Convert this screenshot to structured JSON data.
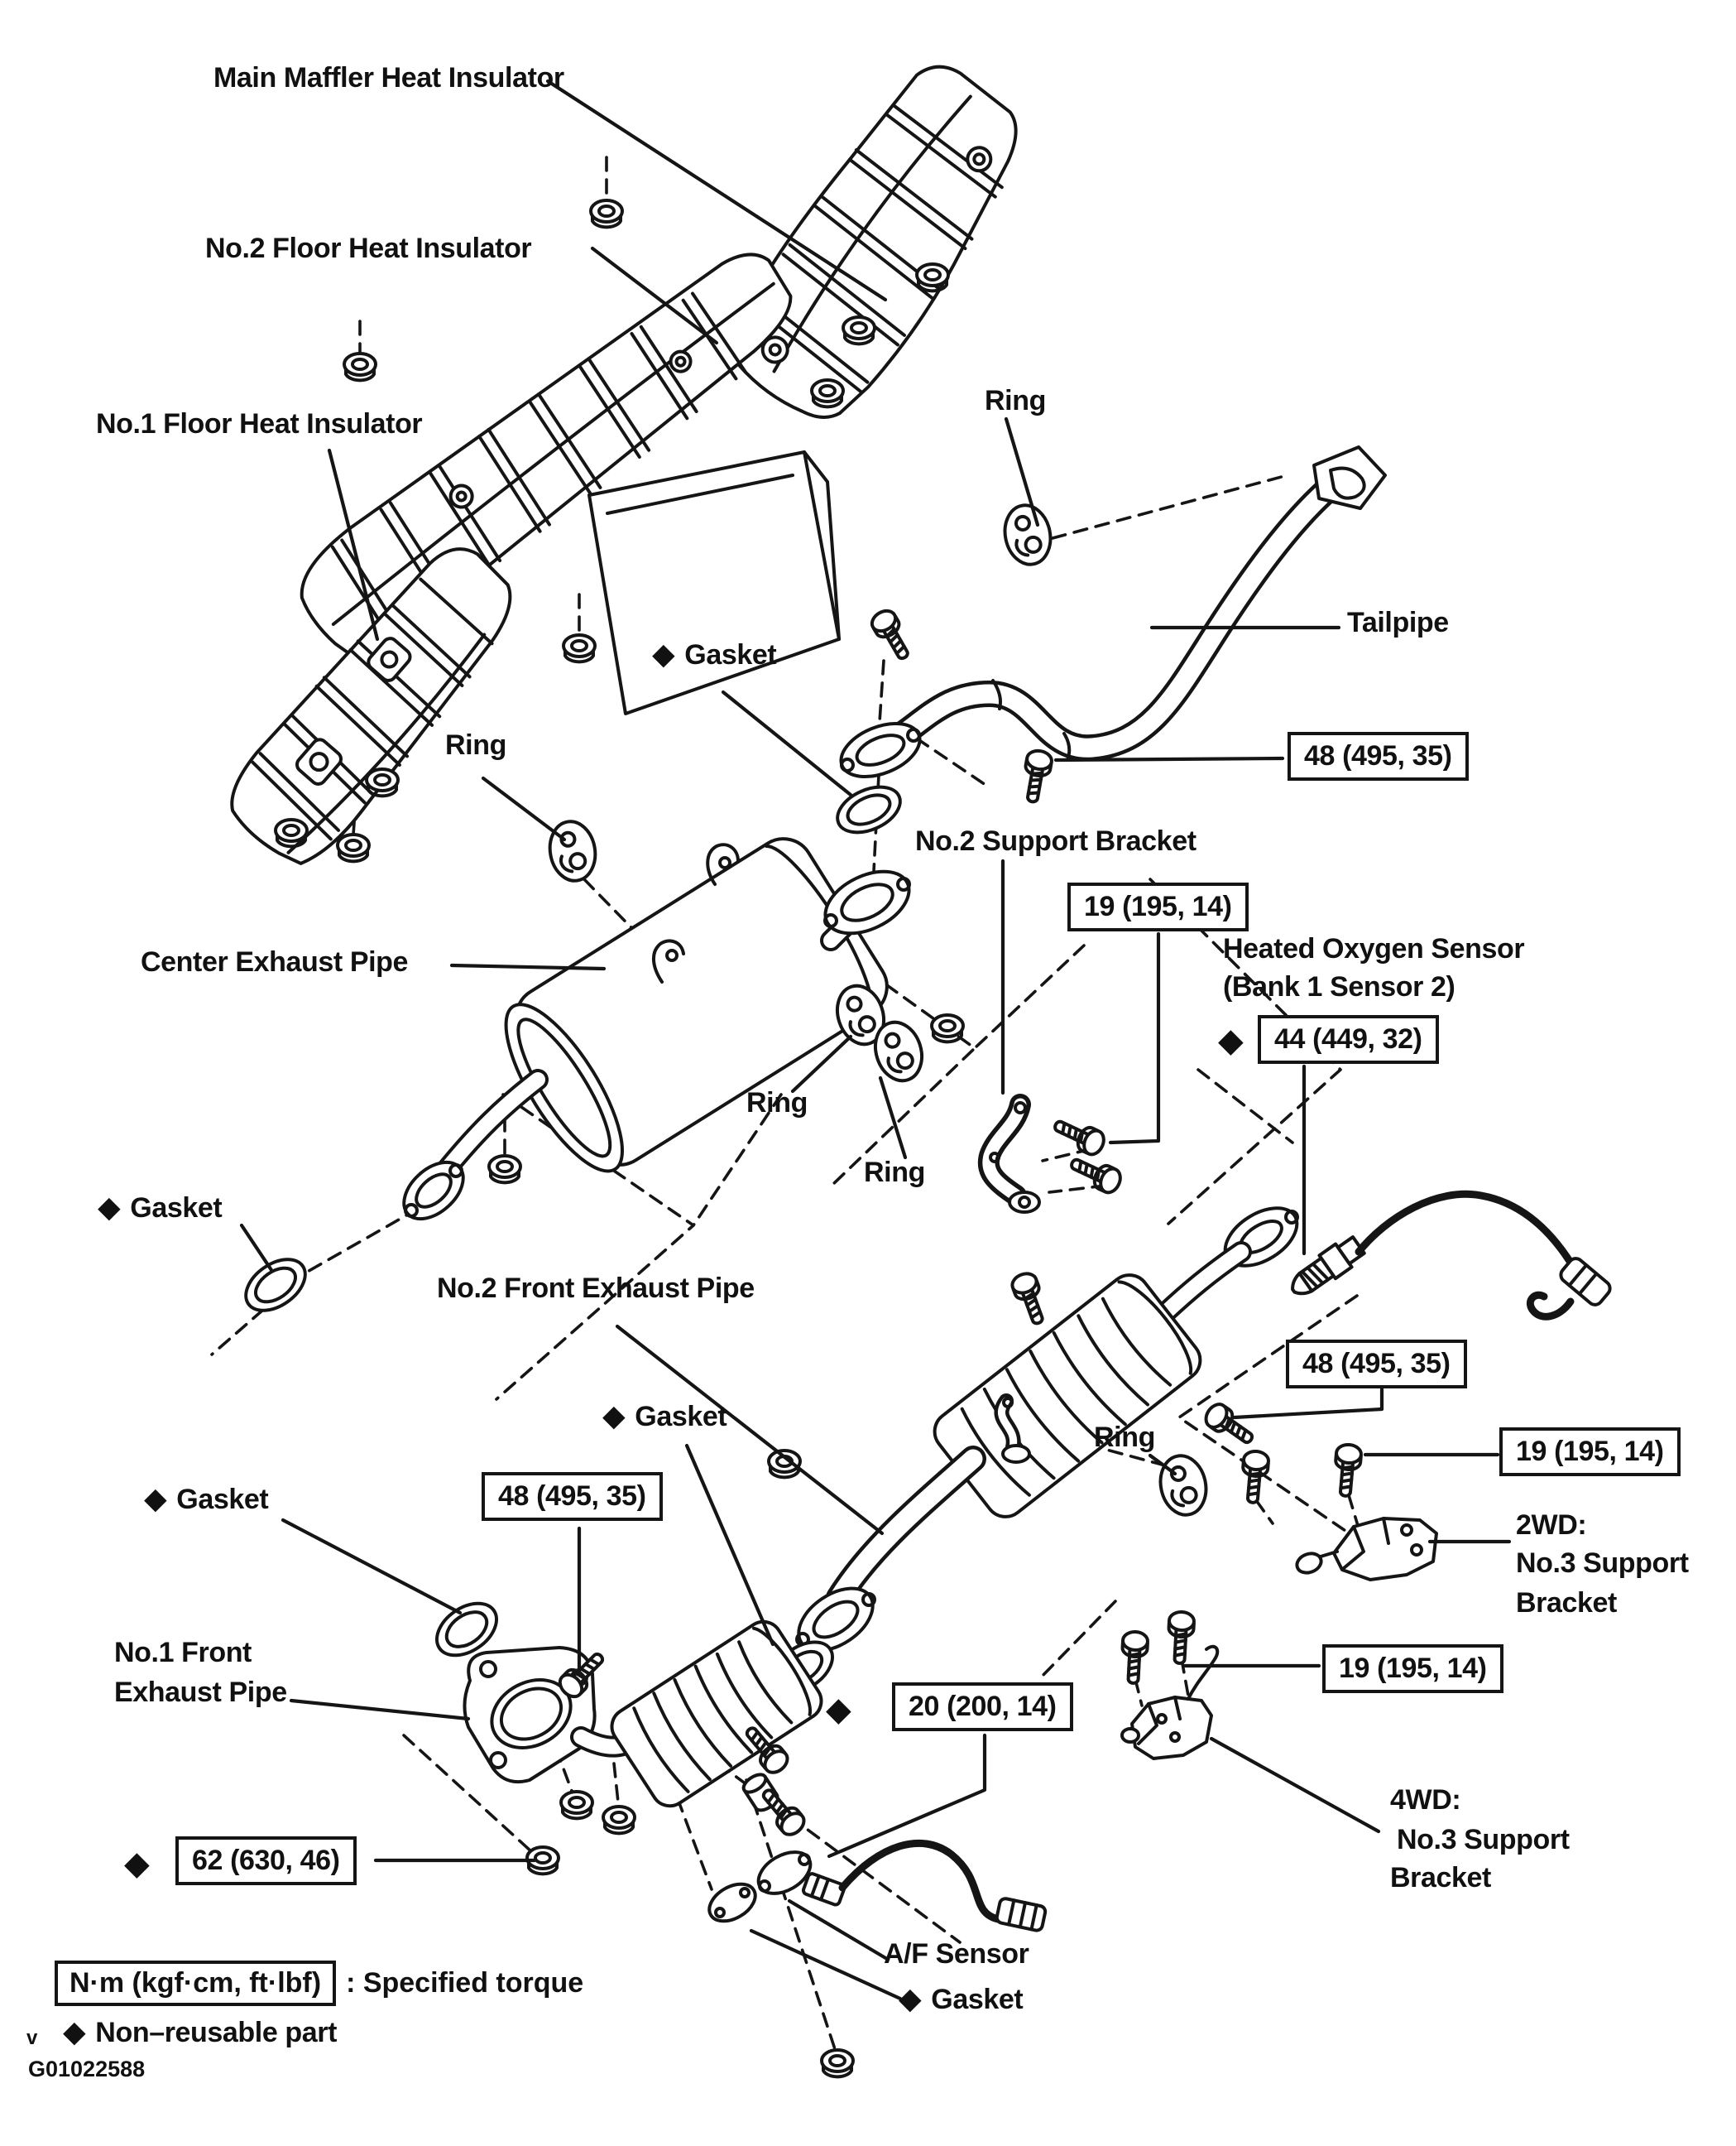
{
  "page": {
    "background": "#ffffff",
    "ink": "#151515",
    "figure_code": "G01022588",
    "stray_mark": "v"
  },
  "marks": {
    "diamond": "◆"
  },
  "part_labels": {
    "main_muffler_heat_insulator": "Main Maffler Heat Insulator",
    "no2_floor_heat_insulator": "No.2 Floor Heat Insulator",
    "no1_floor_heat_insulator": "No.1 Floor Heat Insulator",
    "ring_tailpipe": "Ring",
    "tailpipe": "Tailpipe",
    "gasket_tailpipe": "Gasket",
    "ring_muffler_front": "Ring",
    "no2_support_bracket": "No.2 Support Bracket",
    "heated_oxygen_sensor_line1": "Heated Oxygen Sensor",
    "heated_oxygen_sensor_line2": "(Bank 1 Sensor 2)",
    "center_exhaust_pipe": "Center Exhaust Pipe",
    "ring_muffler_rear": "Ring",
    "ring_no2_support": "Ring",
    "gasket_center": "Gasket",
    "no2_front_exhaust_pipe": "No.2 Front Exhaust Pipe",
    "ring_cat": "Ring",
    "gasket_no2_rear": "Gasket",
    "bracket_2wd_line1": "2WD:",
    "bracket_2wd_line2": "No.3 Support",
    "bracket_2wd_line3": "Bracket",
    "gasket_no1_front": "Gasket",
    "no1_front_line1": "No.1 Front",
    "no1_front_line2": "Exhaust Pipe",
    "bracket_4wd_line1": "4WD:",
    "bracket_4wd_line2": "No.3 Support",
    "bracket_4wd_line3": "Bracket",
    "af_sensor": "A/F Sensor",
    "gasket_af": "Gasket"
  },
  "torque_labels": {
    "tailpipe_48": "48 (495, 35)",
    "no2_support_19": "19 (195, 14)",
    "oxygen_sensor_44": "44 (449, 32)",
    "heated_oxygen_48": "48 (495, 35)",
    "bracket_2wd_19": "19 (195, 14)",
    "no1_front_48": "48 (495, 35)",
    "bracket_4wd_19": "19 (195, 14)",
    "af_sensor_20": "20 (200, 14)",
    "no1_flange_62": "62 (630, 46)"
  },
  "legend": {
    "torque_unit_box": "N·m (kgf·cm, ft·lbf)",
    "torque_caption": ": Specified torque",
    "nonreusable_caption": "Non–reusable part"
  }
}
